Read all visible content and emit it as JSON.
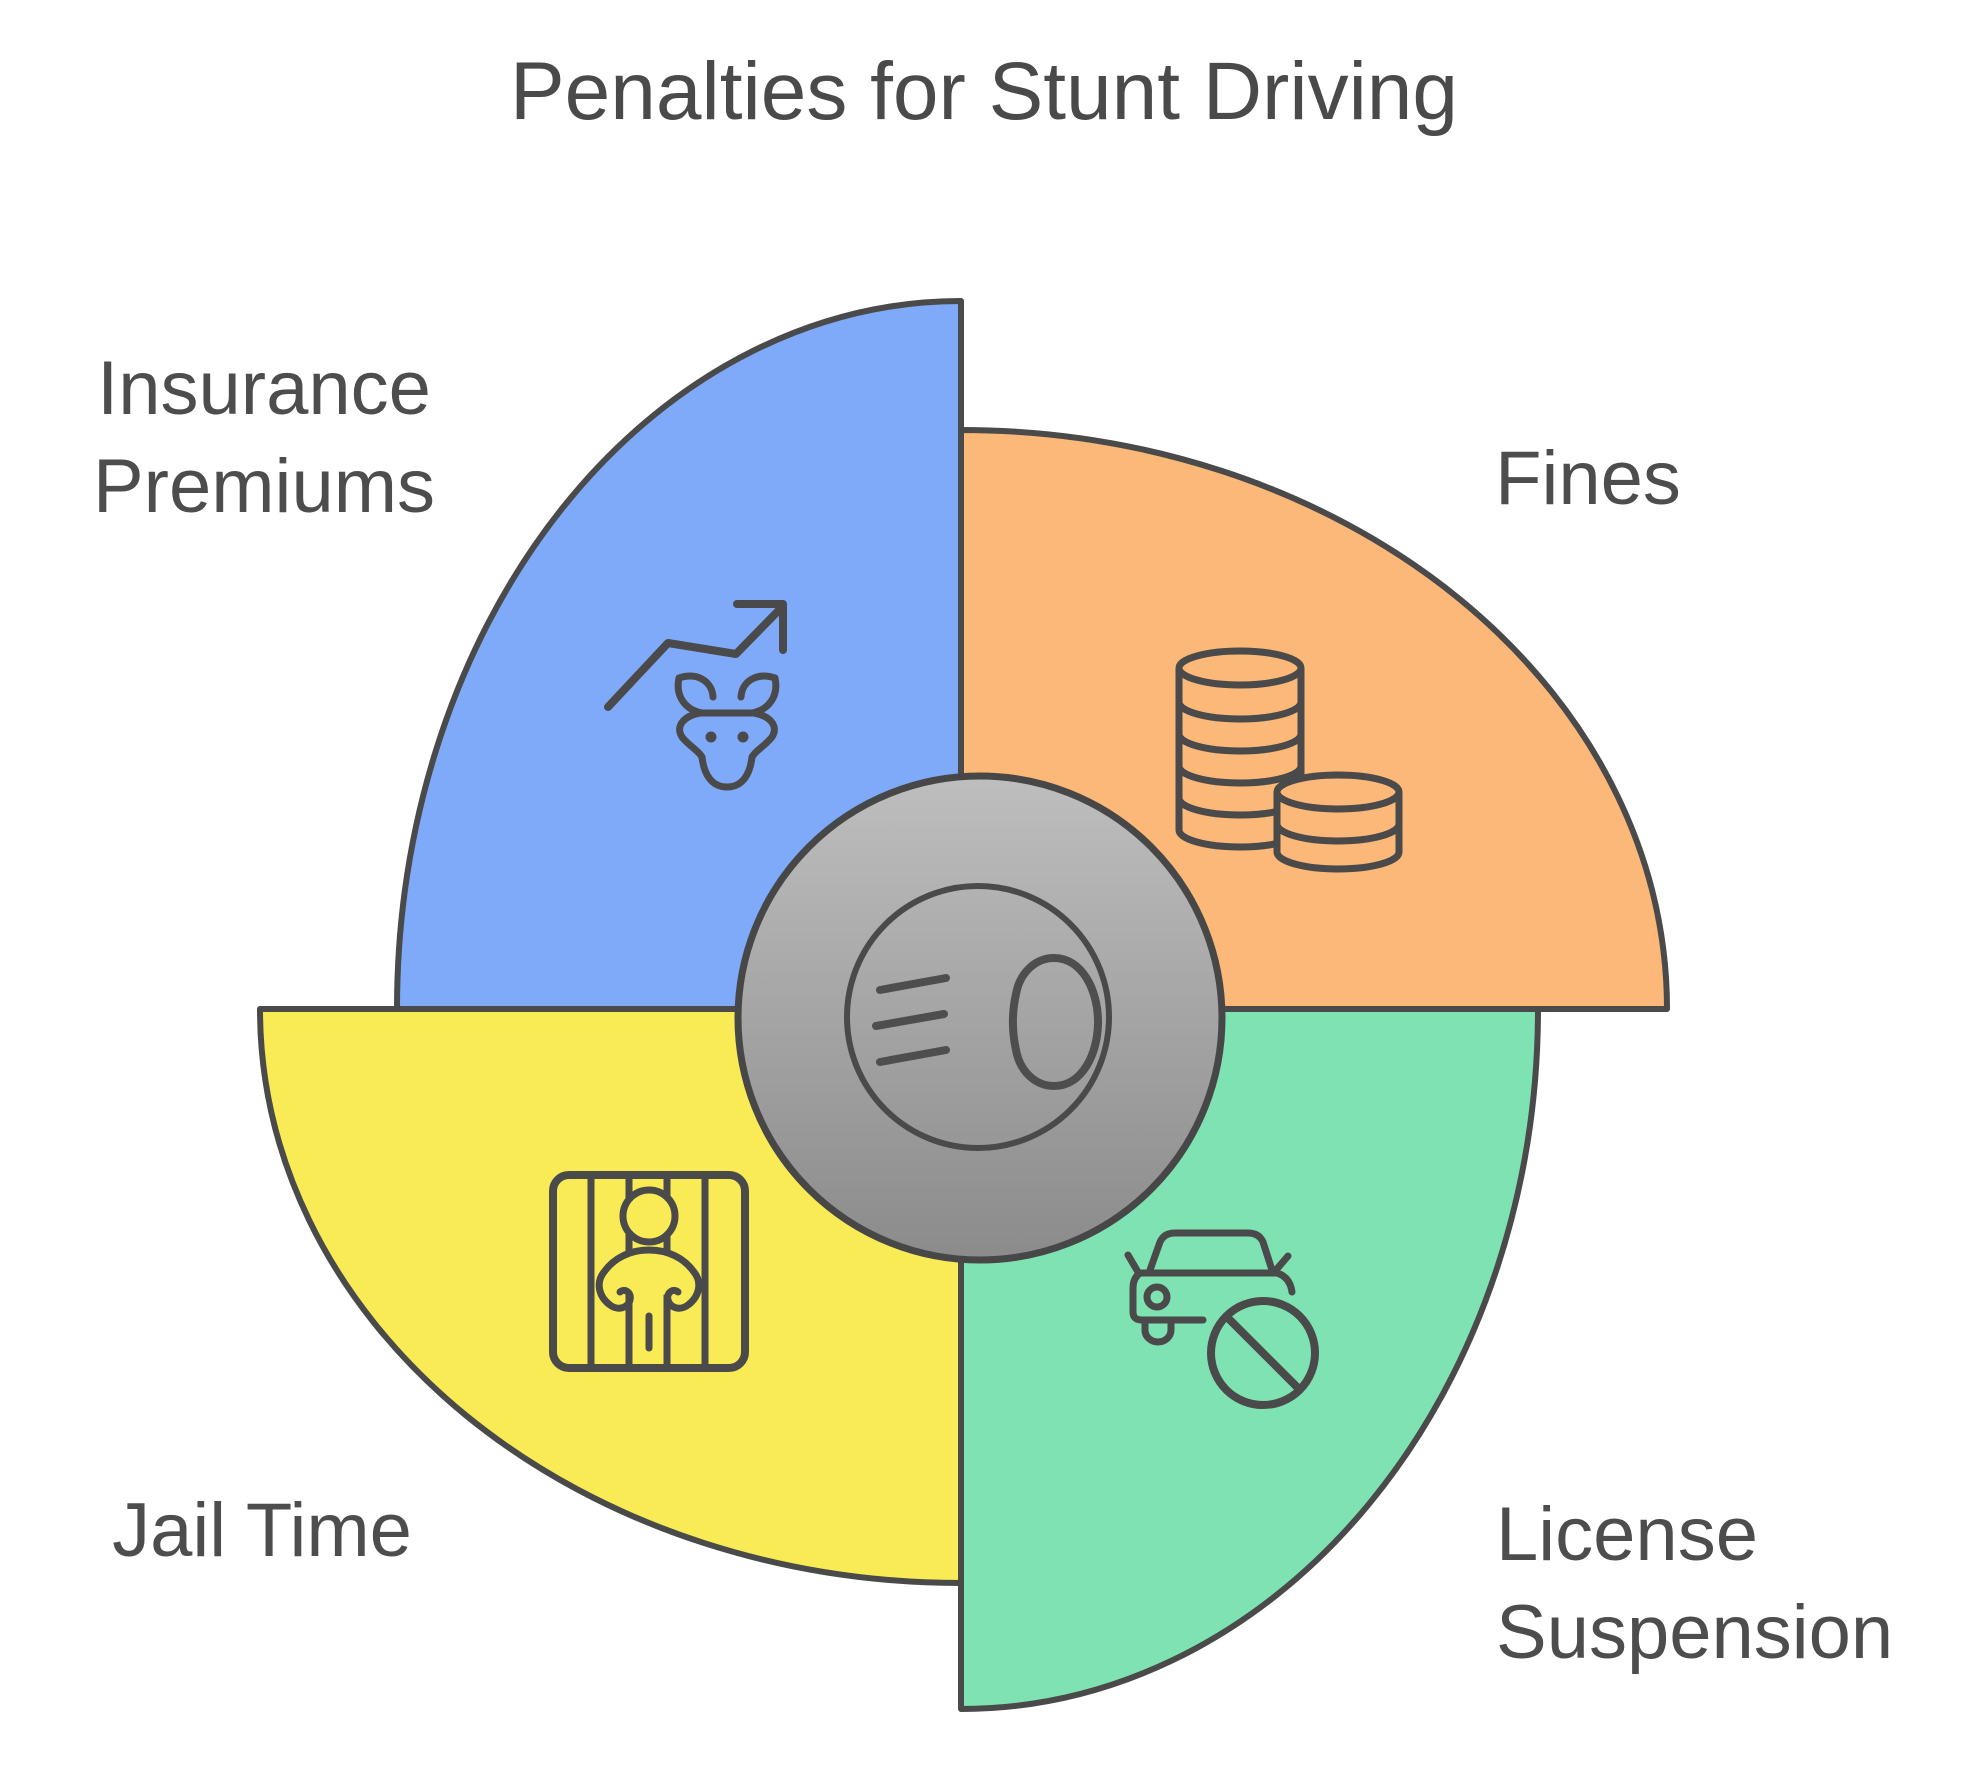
{
  "title": "Penalties for Stunt Driving",
  "colors": {
    "outline": "#4A4A4A",
    "text": "#4D4D4D",
    "emblem_top": "#BEBEBE",
    "emblem_bottom": "#8B8B8B"
  },
  "center": {
    "icon": "headlight-low-beam-icon"
  },
  "quadrants": [
    {
      "id": "insurance-premiums",
      "label": "Insurance Premiums",
      "label_lines": [
        "Insurance",
        "Premiums"
      ],
      "color": "#7FAAF9",
      "icon": "bull-market-rising-arrow-icon",
      "position": "top-left"
    },
    {
      "id": "fines",
      "label": "Fines",
      "label_lines": [
        "Fines"
      ],
      "color": "#FBB878",
      "icon": "coin-stacks-icon",
      "position": "top-right"
    },
    {
      "id": "license-suspension",
      "label": "License Suspension",
      "label_lines": [
        "License",
        "Suspension"
      ],
      "color": "#7FE2B2",
      "icon": "car-prohibited-icon",
      "position": "bottom-right"
    },
    {
      "id": "jail-time",
      "label": "Jail Time",
      "label_lines": [
        "Jail Time"
      ],
      "color": "#F9EB55",
      "icon": "person-behind-bars-icon",
      "position": "bottom-left"
    }
  ]
}
